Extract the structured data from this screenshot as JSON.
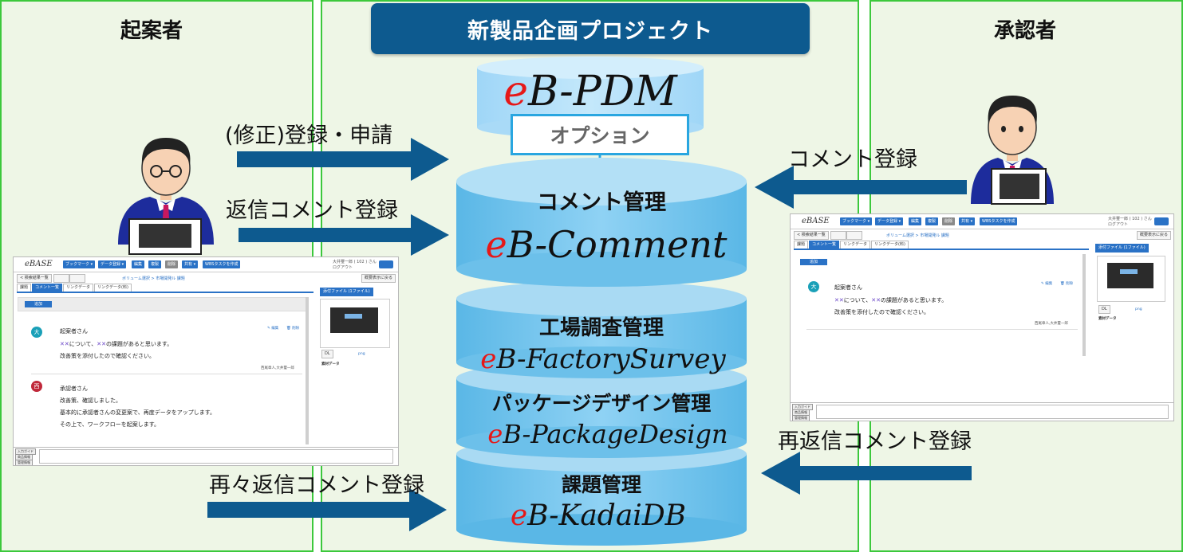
{
  "lanes": {
    "left_title": "起案者",
    "right_title": "承認者",
    "center_title": "新製品企画プロジェクト"
  },
  "arrows": {
    "left_1": "(修正)登録・申請",
    "left_2": "返信コメント登録",
    "left_3": "再々返信コメント登録",
    "right_1": "コメント登録",
    "right_2": "再返信コメント登録"
  },
  "stack": {
    "pdm_e": "e",
    "pdm_rest": "B-PDM",
    "option": "オプション",
    "layers": [
      {
        "jp": "コメント管理",
        "e": "e",
        "brand": "B-Comment"
      },
      {
        "jp": "工場調査管理",
        "e": "e",
        "brand": "B-FactorySurvey"
      },
      {
        "jp": "パッケージデザイン管理",
        "e": "e",
        "brand": "B-PackageDesign"
      },
      {
        "jp": "課題管理",
        "e": "e",
        "brand": "B-KadaiDB"
      }
    ]
  },
  "colors": {
    "panel_border": "#3cc83c",
    "panel_fill": "#eef6e6",
    "title_box": "#0d5a8f",
    "arrow": "#0d5a8f",
    "cylinder": "#7cc7ee",
    "brand_e": "#e61818"
  },
  "screenshot": {
    "logo": "eBASE",
    "toolbar": [
      "ブックマーク ▾",
      "データ登録 ▾",
      "編集",
      "複製",
      "削除",
      "共有 ▾",
      "WBSタスクを作成"
    ],
    "user_line1": "大井璽一郎 ( 102 ) さん",
    "user_line2": "ログアウト",
    "back": "< 検索結果一覧",
    "crumb": "ボリューム選択 > 市場開発ル 課題",
    "detail_btn": "概要表示に戻る",
    "tabs": [
      "課題",
      "コメント一覧",
      "リンクデータ",
      "リンクデータ(料)"
    ],
    "attach_tab": "添付ファイル (1ファイル)",
    "add_btn": "追加",
    "c1_avatar": "大",
    "c1_name": "起案者さん",
    "c1_line1_x1": "✕",
    "c1_line1_x2": "✕",
    "c1_line1_mid": "について、",
    "c1_line1_end": "の課題があると思います。",
    "c1_line2": "改善策を添付したので確認ください。",
    "c1_meta": "西尾章人,大井璽一郎",
    "edit": "✎ 編集",
    "del": "🗑 削除",
    "c2_avatar": "西",
    "c2_name": "承認者さん",
    "c2_line1": "改善策、確認しました。",
    "c2_line2": "基本的に承認者さんの変更案で、再度データをアップします。",
    "c2_line3": "その上で、ワークフローを起案します。",
    "dl": "DL",
    "png": "png",
    "material": "素材データ",
    "bottom": [
      "入力ガイド",
      "商品情報",
      "管理情報"
    ]
  }
}
